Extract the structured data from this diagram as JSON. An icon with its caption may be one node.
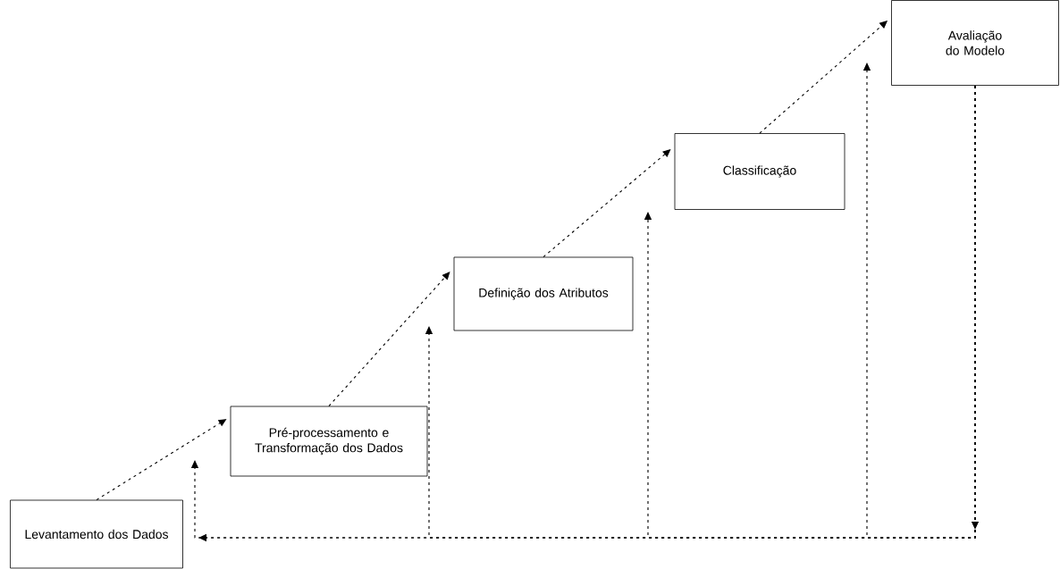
{
  "diagram": {
    "nodes": [
      {
        "text": [
          "Levantamento dos Dados"
        ]
      },
      {
        "text": [
          "Pré-processamento e Transformação dos Dados"
        ]
      },
      {
        "text": [
          "Definição dos Atributos"
        ]
      },
      {
        "text": [
          "Classificação"
        ]
      },
      {
        "text": [
          "Avaliação do Modelo"
        ]
      }
    ],
    "edges": [
      {
        "from": 0,
        "to": 1,
        "arrow": "to"
      },
      {
        "from": 1,
        "to": 2,
        "arrow": "to"
      },
      {
        "from": 2,
        "to": 3,
        "arrow": "to"
      },
      {
        "from": 3,
        "to": 4,
        "arrow": "to"
      },
      {
        "from": 4,
        "to": 0,
        "arrow": "to"
      },
      {
        "from": 4,
        "to": 1,
        "arrow": "to"
      },
      {
        "from": 4,
        "to": 2,
        "arrow": "to"
      },
      {
        "from": 4,
        "to": 3,
        "arrow": "to"
      },
      {
        "from": 4,
        "to": 4,
        "arrow": "to"
      }
    ]
  }
}
